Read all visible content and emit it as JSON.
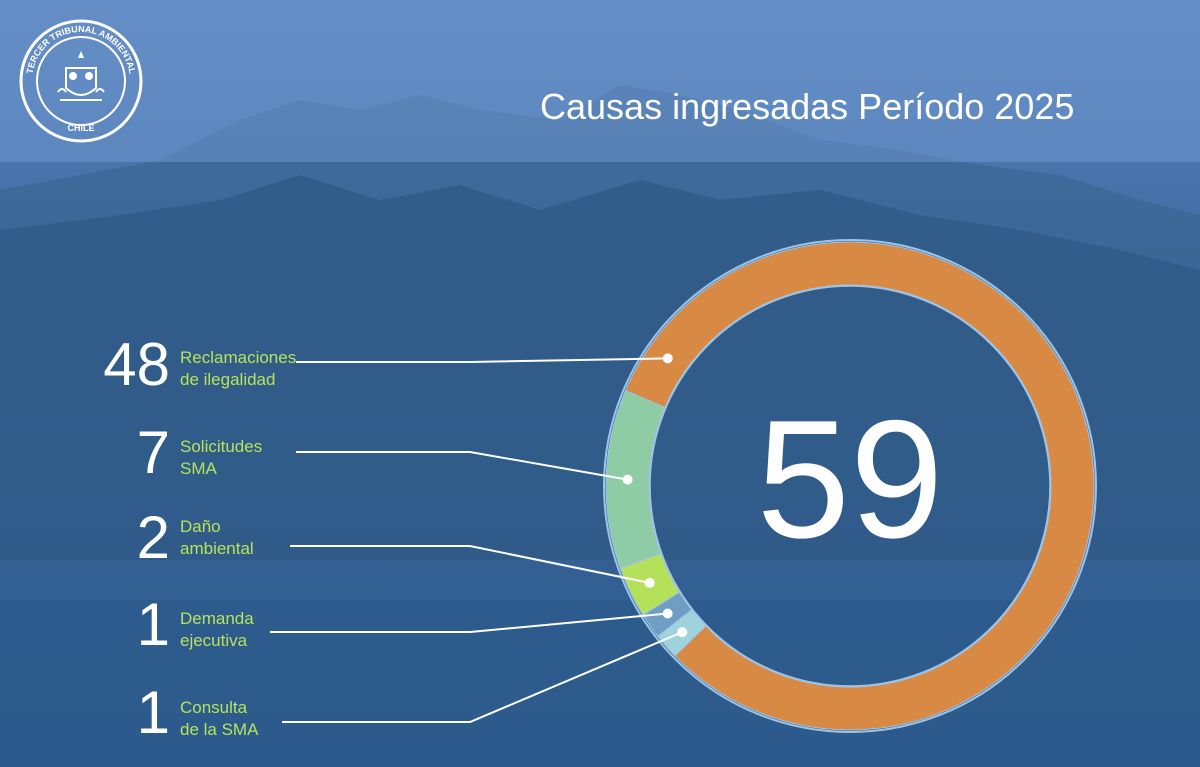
{
  "header": {
    "title": "Causas ingresadas Período 2025",
    "logo_text_top": "TERCER TRIBUNAL AMBIENTAL",
    "logo_text_bottom": "CHILE"
  },
  "colors": {
    "background": "#2f5d8e",
    "header_band": "#6e96cd",
    "reclamaciones": "#d88a45",
    "solicitudes": "#8ecca6",
    "dano": "#b5e15a",
    "demanda": "#6f9dc4",
    "consulta": "#9fd3dc",
    "label_text": "#b7e35a"
  },
  "chart_data": {
    "type": "pie",
    "total": "59",
    "categories": [
      {
        "value": 48,
        "label_line1": "Reclamaciones",
        "label_line2": "de ilegalidad",
        "color": "#d88a45"
      },
      {
        "value": 7,
        "label_line1": "Solicitudes",
        "label_line2": "SMA",
        "color": "#8ecca6"
      },
      {
        "value": 2,
        "label_line1": "Daño",
        "label_line2": "ambiental",
        "color": "#b5e15a"
      },
      {
        "value": 1,
        "label_line1": "Demanda",
        "label_line2": "ejecutiva",
        "color": "#6f9dc4"
      },
      {
        "value": 1,
        "label_line1": "Consulta",
        "label_line2": "de la SMA",
        "color": "#9fd3dc"
      }
    ]
  }
}
